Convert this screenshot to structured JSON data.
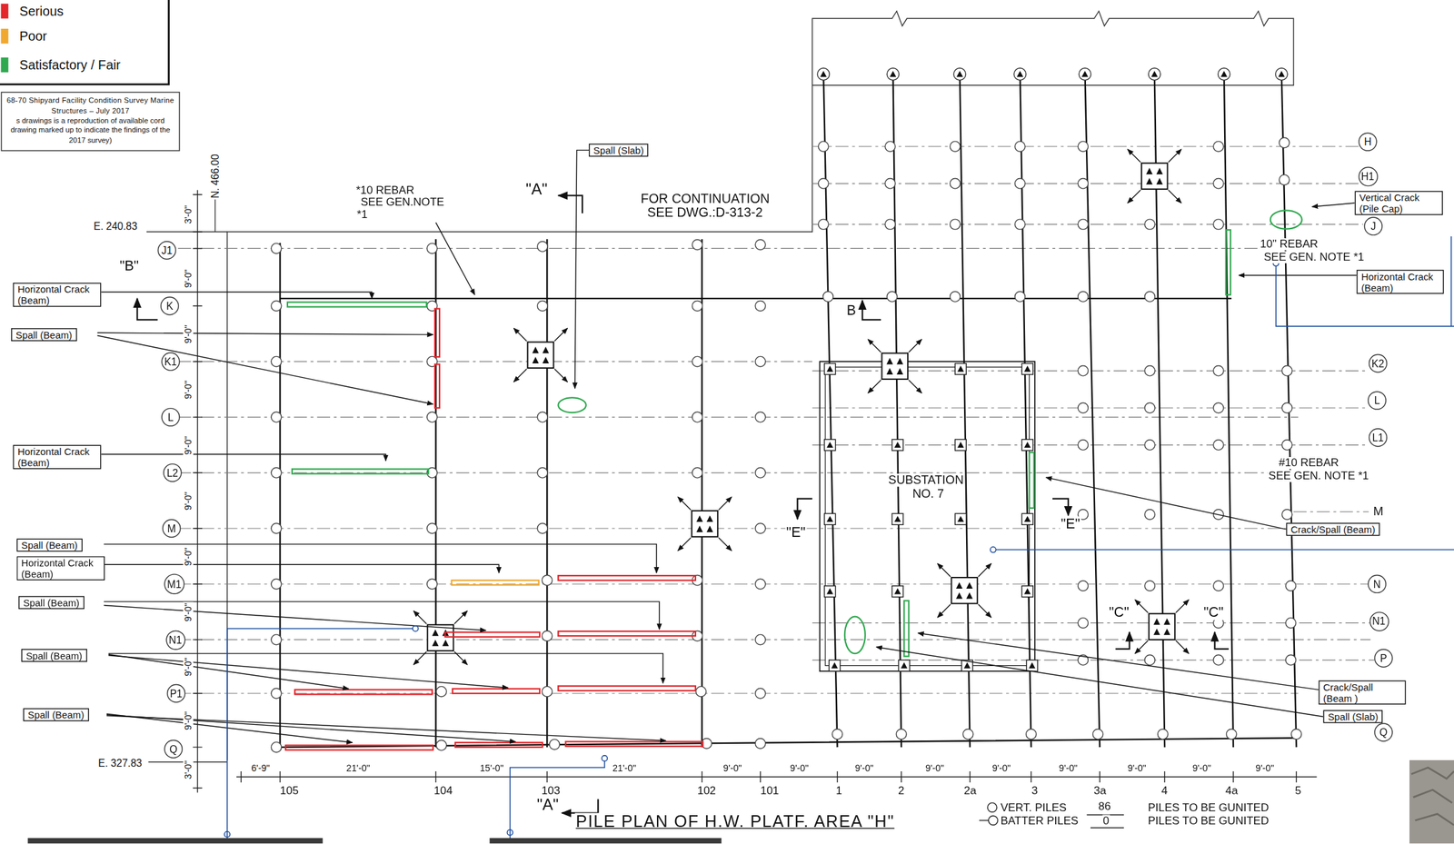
{
  "diagram": {
    "title": "PILE PLAN OF H.W. PLATF. AREA \"H\"",
    "nodes": [
      {
        "text": [
          "68-70 Shipyard Facility Condition Survey Marine Structures – July 2017",
          "s drawings is a reproduction of available cord drawing marked up to indicate the findings of the 2017 survey)"
        ]
      },
      {
        "text": [
          "Spall (Slab)"
        ]
      },
      {
        "text": [
          "Vertical Crack (Pile Cap)"
        ]
      },
      {
        "text": [
          "Horizontal Crack (Beam)"
        ]
      },
      {
        "text": [
          "Horizontal Crack (Beam)"
        ]
      },
      {
        "text": [
          "Spall (Beam)"
        ]
      },
      {
        "text": [
          "Horizontal Crack (Beam)"
        ]
      },
      {
        "text": [
          "Crack/Spall (Beam)"
        ]
      },
      {
        "text": [
          "Spall (Beam)"
        ]
      },
      {
        "text": [
          "Horizontal Crack (Beam)"
        ]
      },
      {
        "text": [
          "Spall (Beam)"
        ]
      },
      {
        "text": [
          "Spall (Beam)"
        ]
      },
      {
        "text": [
          "Crack/Spall (Beam )"
        ]
      },
      {
        "text": [
          "Spall (Beam)"
        ]
      },
      {
        "text": [
          "Spall (Slab)"
        ]
      },
      {
        "text": [
          "J1"
        ]
      },
      {
        "text": [
          "K"
        ]
      },
      {
        "text": [
          "K1"
        ]
      },
      {
        "text": [
          "L"
        ]
      },
      {
        "text": [
          "L2"
        ]
      },
      {
        "text": [
          "M"
        ]
      },
      {
        "text": [
          "M1"
        ]
      },
      {
        "text": [
          "N1"
        ]
      },
      {
        "text": [
          "P1"
        ]
      },
      {
        "text": [
          "Q"
        ]
      },
      {
        "text": [
          "H"
        ]
      },
      {
        "text": [
          "H1"
        ]
      },
      {
        "text": [
          "J"
        ]
      },
      {
        "text": [
          "K2"
        ]
      },
      {
        "text": [
          "L"
        ]
      },
      {
        "text": [
          "L1"
        ]
      },
      {
        "text": [
          "N"
        ]
      },
      {
        "text": [
          "N1"
        ]
      },
      {
        "text": [
          "P"
        ]
      },
      {
        "text": [
          "Q"
        ]
      }
    ],
    "labels": [
      "*10 REBAR",
      "SEE GEN.NOTE",
      "*1",
      "\"A\"",
      "FOR CONTINUATION",
      "SEE DWG.:D-313-2",
      "N. 466.00",
      "E. 240.83",
      "E. 327.83",
      "\"B\"",
      "B",
      "\"E\"",
      "\"E\"",
      "\"C\"",
      "\"C\"",
      "SUBSTATION",
      "NO. 7",
      "10\" REBAR",
      "SEE GEN. NOTE *1",
      "#10 REBAR",
      "SEE GEN. NOTE *1",
      "M",
      "\"A\"",
      "105",
      "104",
      "103",
      "102",
      "101",
      "1",
      "2",
      "2a",
      "3",
      "3a",
      "4",
      "4a",
      "5",
      "3'-0\"",
      "9'-0\"",
      "9'-0\"",
      "9'-0\"",
      "9'-0\"",
      "9'-0\"",
      "9'-0\"",
      "9'-0\"",
      "9'-0\"",
      "9'-0\"",
      "3'-0\"",
      "6'-9\"",
      "21'-0\"",
      "15'-0\"",
      "21'-0\"",
      "9'-0\"",
      "9'-0\"",
      "9'-0\"",
      "9'-0\"",
      "9'-0\"",
      "9'-0\"",
      "9'-0\"",
      "9'-0\"",
      "9'-0\"",
      "VERT. PILES",
      "86",
      "PILES TO BE GUNITED",
      "BATTER PILES",
      "0",
      "PILES TO BE GUNITED"
    ],
    "legend": [
      {
        "text": "Serious",
        "color": "#e3262b"
      },
      {
        "text": "Poor",
        "color": "#f0a830"
      },
      {
        "text": "Satisfactory / Fair",
        "color": "#2fa84f"
      }
    ]
  }
}
